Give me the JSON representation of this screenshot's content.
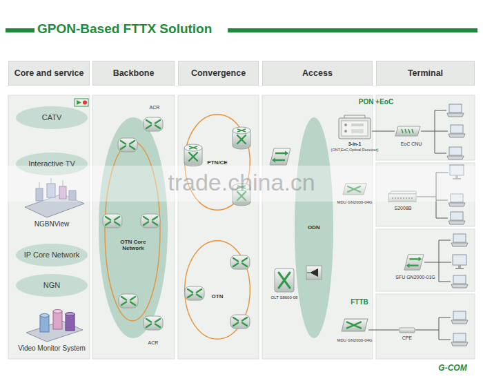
{
  "diagram": {
    "title": "GPON-Based FTTX Solution",
    "nodes": [
      {
        "text": [
          "Core and service"
        ]
      },
      {
        "text": [
          "Backbone"
        ]
      },
      {
        "text": [
          "Convergence"
        ]
      },
      {
        "text": [
          "Access"
        ]
      },
      {
        "text": [
          "Terminal"
        ]
      },
      {
        "text": [
          "CATV"
        ]
      },
      {
        "text": [
          "Interactive TV"
        ]
      },
      {
        "text": [
          "IP Core Network"
        ]
      },
      {
        "text": [
          "NGN"
        ]
      },
      {
        "text": [
          "OTN Core Network"
        ]
      },
      {
        "text": [
          "PTN/CE"
        ]
      },
      {
        "text": [
          "OTN"
        ]
      },
      {
        "text": [
          "ODN"
        ]
      }
    ],
    "labels": [
      "NGBNView",
      "Video Monitor System",
      "ACR",
      "ACR",
      "PON +EoC",
      "3-in-1",
      "(ONT,EoC,Optical Receiver)",
      "EoC CNU",
      "MDU GN2000-04G",
      "S2008B",
      "SFU GN2000-01G",
      "OLT S8600-08",
      "FTTB",
      "MDU GN2000-04G",
      "CPE",
      "G-COM",
      "trade.china.cn"
    ]
  }
}
